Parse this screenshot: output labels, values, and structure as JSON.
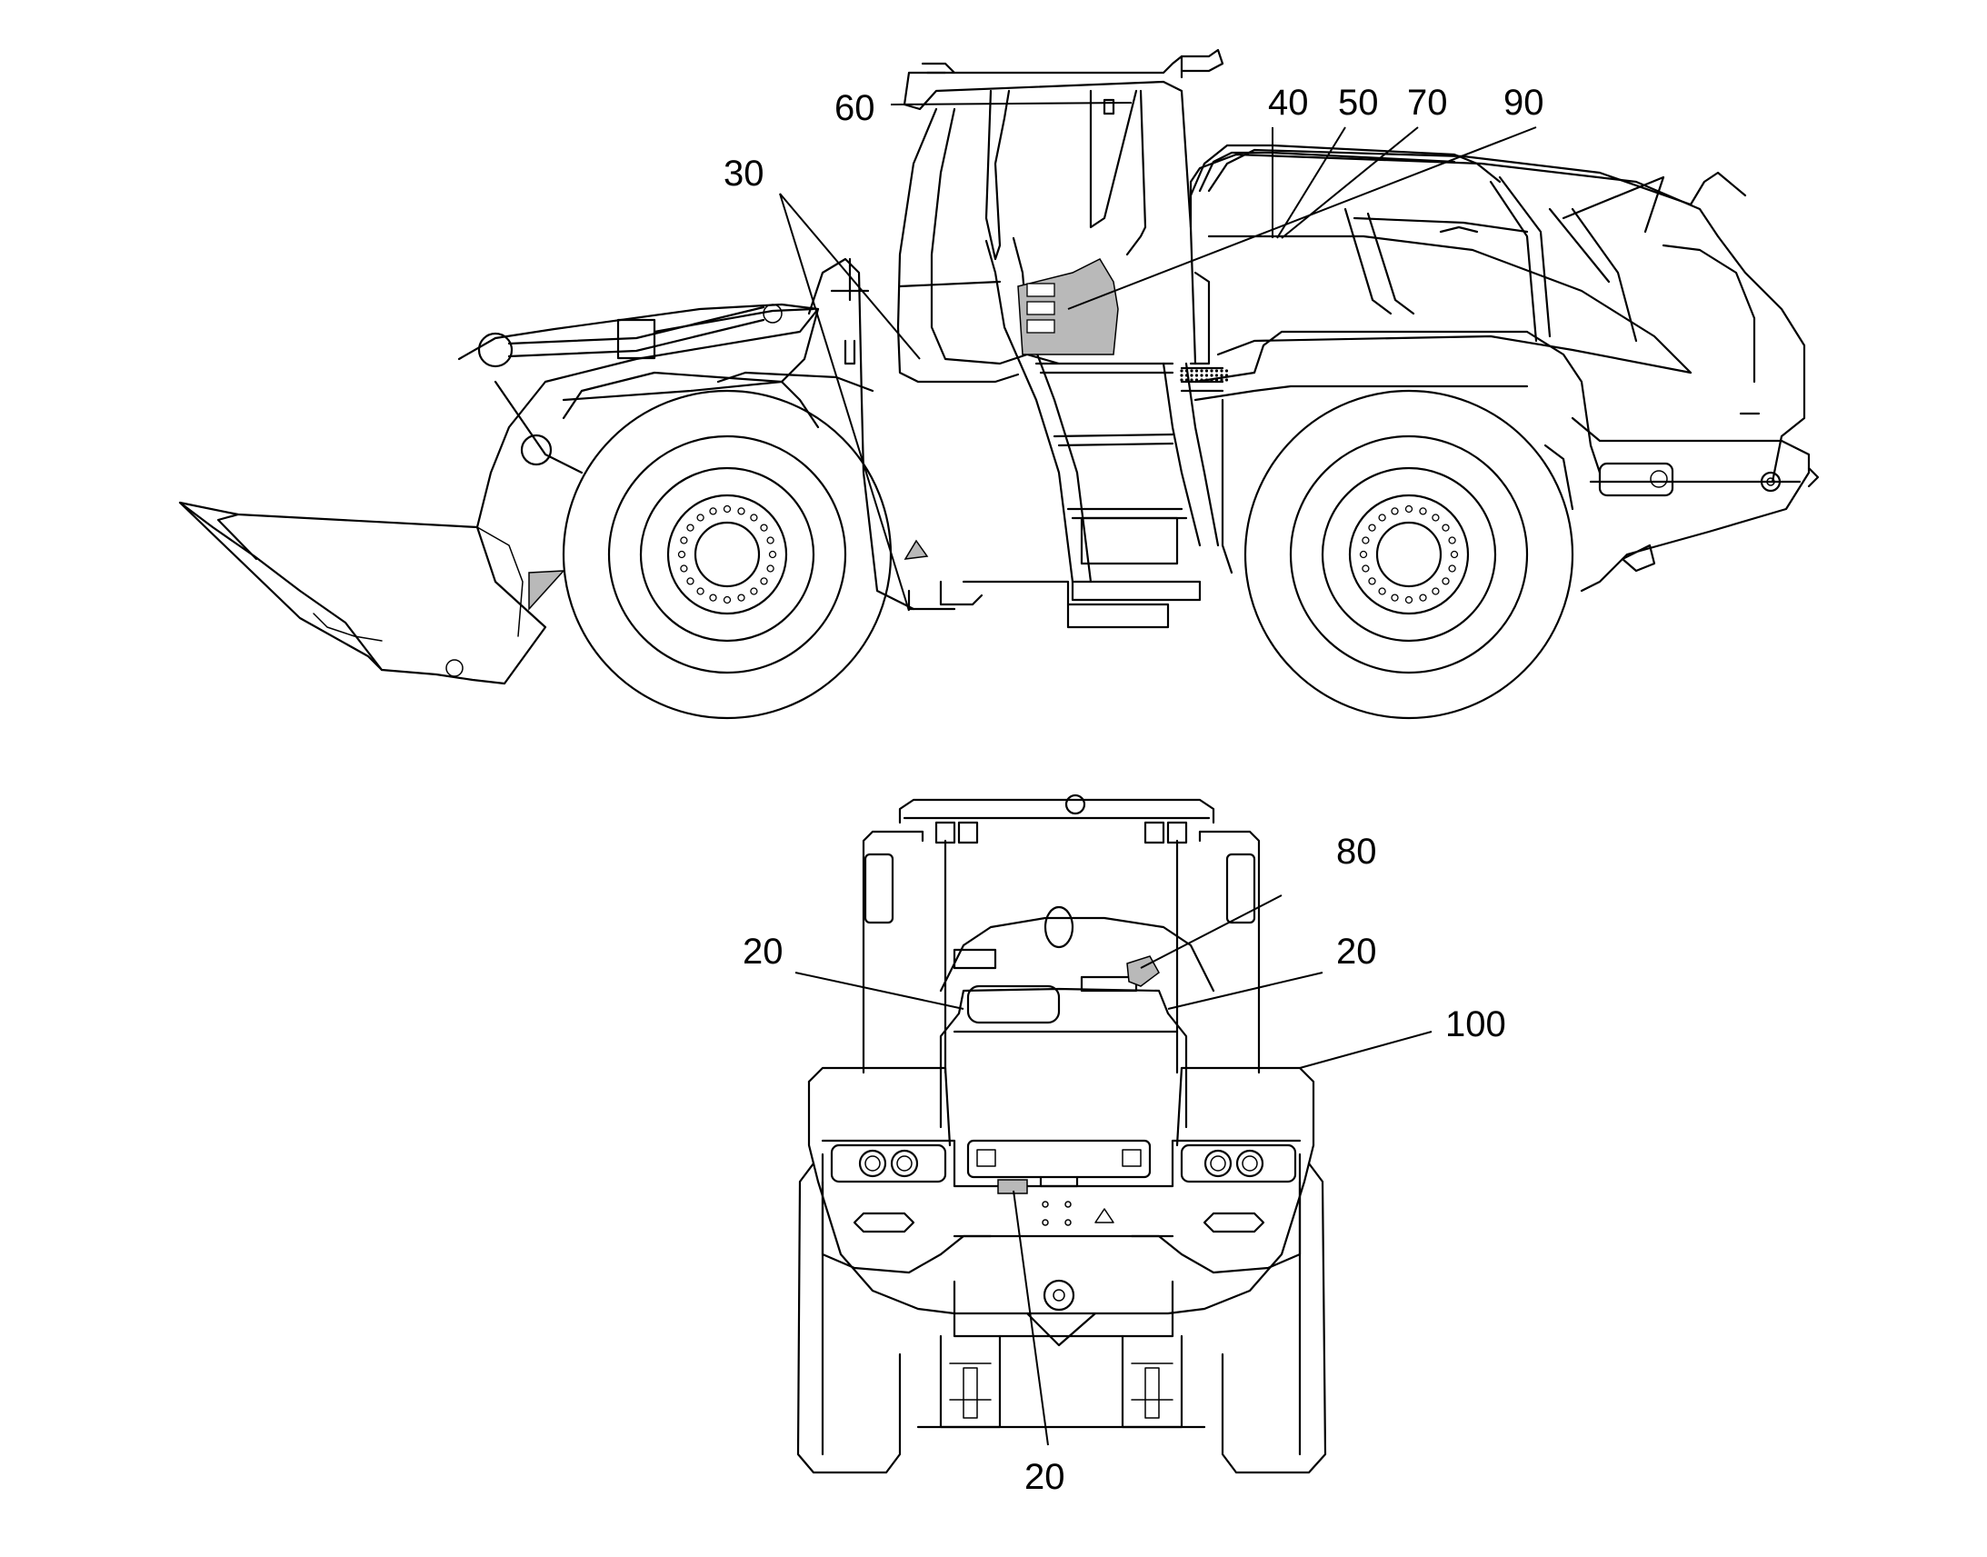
{
  "colors": {
    "line": "#000000",
    "decal_fill": "#b9b9b9",
    "background": "#ffffff"
  },
  "callouts": {
    "c60": "60",
    "c30": "30",
    "c40": "40",
    "c50": "50",
    "c70": "70",
    "c90": "90",
    "c80": "80",
    "c20_left": "20",
    "c20_right": "20",
    "c100": "100",
    "c20_bottom": "20"
  }
}
